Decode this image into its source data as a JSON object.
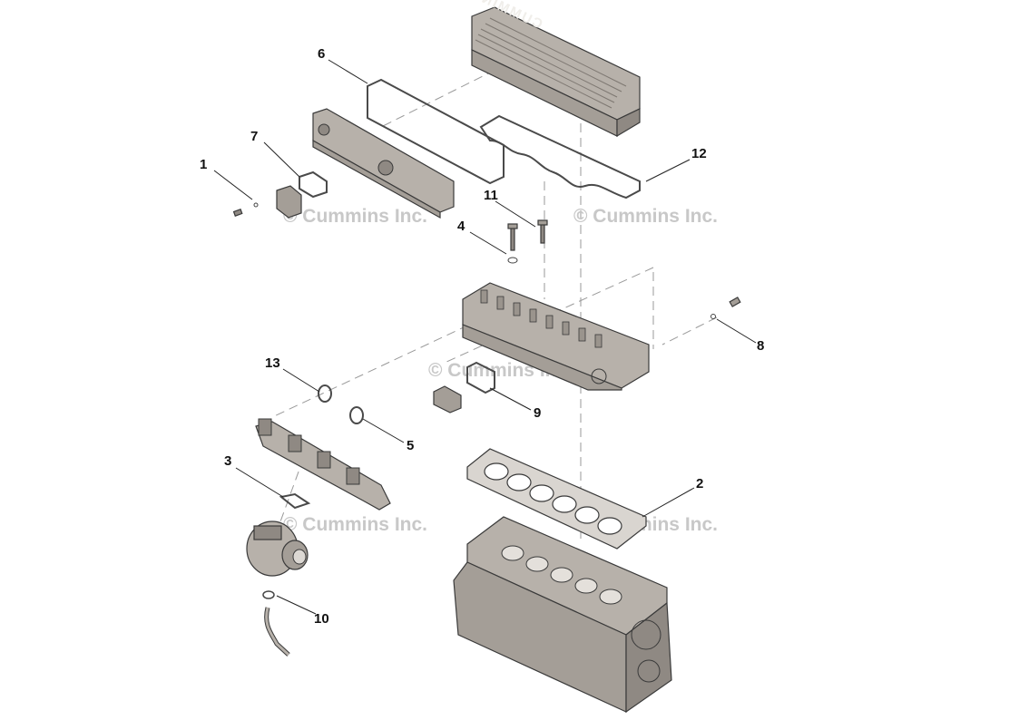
{
  "watermark_text": "© Cummins Inc.",
  "brand_on_cover": "CUMMINS",
  "callouts": [
    {
      "id": "1",
      "label": "1"
    },
    {
      "id": "2",
      "label": "2"
    },
    {
      "id": "3",
      "label": "3"
    },
    {
      "id": "4",
      "label": "4"
    },
    {
      "id": "5",
      "label": "5"
    },
    {
      "id": "6",
      "label": "6"
    },
    {
      "id": "7",
      "label": "7"
    },
    {
      "id": "8",
      "label": "8"
    },
    {
      "id": "9",
      "label": "9"
    },
    {
      "id": "10",
      "label": "10"
    },
    {
      "id": "11",
      "label": "11"
    },
    {
      "id": "12",
      "label": "12"
    },
    {
      "id": "13",
      "label": "13"
    }
  ]
}
